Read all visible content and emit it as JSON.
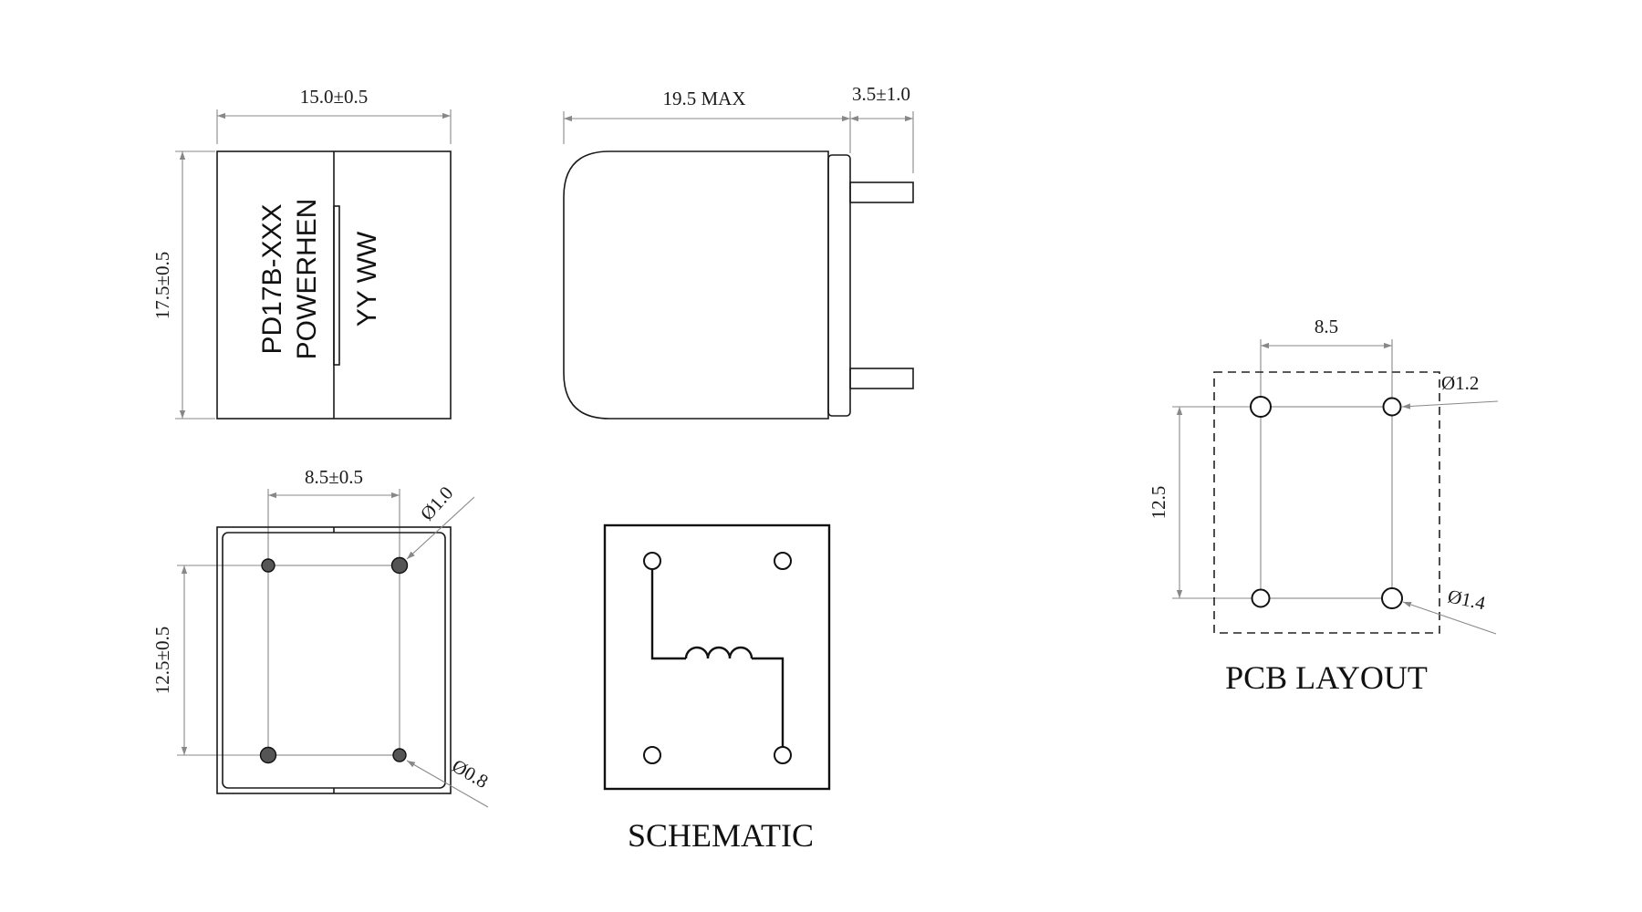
{
  "front_view": {
    "width_dim": "15.0±0.5",
    "height_dim": "17.5±0.5",
    "marking": [
      "PD17B-XXX",
      "POWERHEN",
      "YY WW"
    ]
  },
  "side_view": {
    "length_dim": "19.5 MAX",
    "pin_length_dim": "3.5±1.0"
  },
  "bottom_view": {
    "pitch_x_dim": "8.5±0.5",
    "pitch_y_dim": "12.5±0.5",
    "pin_dia_large": "Ø1.0",
    "pin_dia_small": "Ø0.8"
  },
  "schematic": {
    "caption": "SCHEMATIC"
  },
  "pcb_layout": {
    "pitch_x_dim": "8.5",
    "pitch_y_dim": "12.5",
    "hole_dia_small": "Ø1.2",
    "hole_dia_large": "Ø1.4",
    "caption": "PCB LAYOUT"
  },
  "colors": {
    "line": "#1a1a1a",
    "dimension_line": "#888888",
    "background": "#ffffff"
  }
}
